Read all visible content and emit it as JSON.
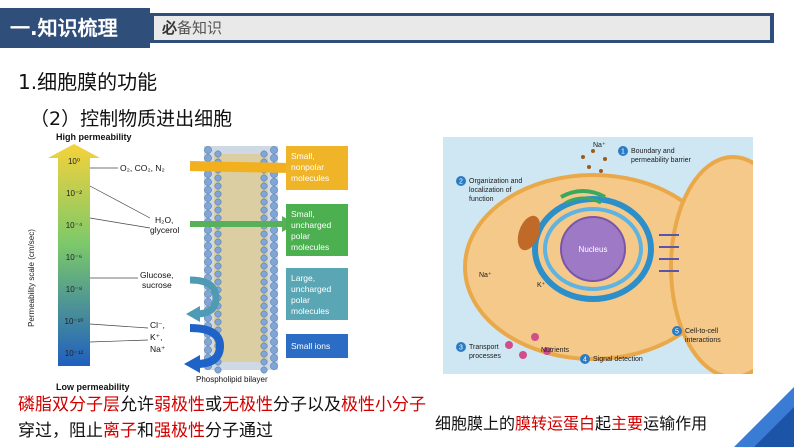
{
  "header": {
    "title": "一.知识梳理",
    "subtitle_bold": "必",
    "subtitle_rest": "备知识"
  },
  "section": {
    "heading": "1.细胞膜的功能",
    "subheading": "（2）控制物质进出细胞"
  },
  "left_figure": {
    "top_label": "High permeability",
    "bottom_label": "Low permeability",
    "axis_label": "Permeability scale (cm/sec)",
    "ticks": [
      "10⁰",
      "10⁻²",
      "10⁻⁴",
      "10⁻⁶",
      "10⁻⁸",
      "10⁻¹⁰",
      "10⁻¹²"
    ],
    "molecules": [
      "O₂, CO₂, N₂",
      "H₂O,",
      "glycerol",
      "Glucose,",
      "sucrose",
      "Cl⁻,",
      "K⁺,",
      "Na⁺"
    ],
    "boxes": [
      {
        "lines": [
          "Small,",
          "nonpolar",
          "molecules"
        ],
        "color": "#f0b429"
      },
      {
        "lines": [
          "Small,",
          "uncharged",
          "polar",
          "molecules"
        ],
        "color": "#4caf50"
      },
      {
        "lines": [
          "Large,",
          "uncharged",
          "polar",
          "molecules"
        ],
        "color": "#5aa6b5"
      },
      {
        "lines": [
          "Small ions"
        ],
        "color": "#2b6cc4"
      }
    ],
    "bilayer_label": "Phospholipid bilayer"
  },
  "right_figure": {
    "labels": {
      "boundary": [
        "Boundary and",
        "permeability barrier"
      ],
      "organization": [
        "Organization and",
        "localization of",
        "function"
      ],
      "nucleus": "Nucleus",
      "na1": "Na⁺",
      "na2": "Na⁺",
      "k": "K⁺",
      "transport": [
        "Transport",
        "processes"
      ],
      "nutrients": "Nutrients",
      "signal": "Signal detection",
      "celltocell": [
        "Cell-to-cell",
        "interactions"
      ]
    },
    "numbers": [
      "1",
      "2",
      "3",
      "4",
      "5"
    ]
  },
  "caption_left": {
    "parts": [
      {
        "t": "磷脂双分子层",
        "red": true
      },
      {
        "t": "允许",
        "red": false
      },
      {
        "t": "弱极性",
        "red": true
      },
      {
        "t": "或",
        "red": false
      },
      {
        "t": "无极性",
        "red": true
      },
      {
        "t": "分子以及",
        "red": false
      },
      {
        "t": "极性小分子",
        "red": true
      },
      {
        "t": "穿过，阻止",
        "red": false
      },
      {
        "t": "离子",
        "red": true
      },
      {
        "t": "和",
        "red": false
      },
      {
        "t": "强极性",
        "red": true
      },
      {
        "t": "分子通过",
        "red": false
      }
    ]
  },
  "caption_right": {
    "parts": [
      {
        "t": "细胞膜上的",
        "red": false
      },
      {
        "t": "膜转运蛋白",
        "red": true
      },
      {
        "t": "起",
        "red": false
      },
      {
        "t": "主要",
        "red": true
      },
      {
        "t": "运输作用",
        "red": false
      }
    ]
  }
}
